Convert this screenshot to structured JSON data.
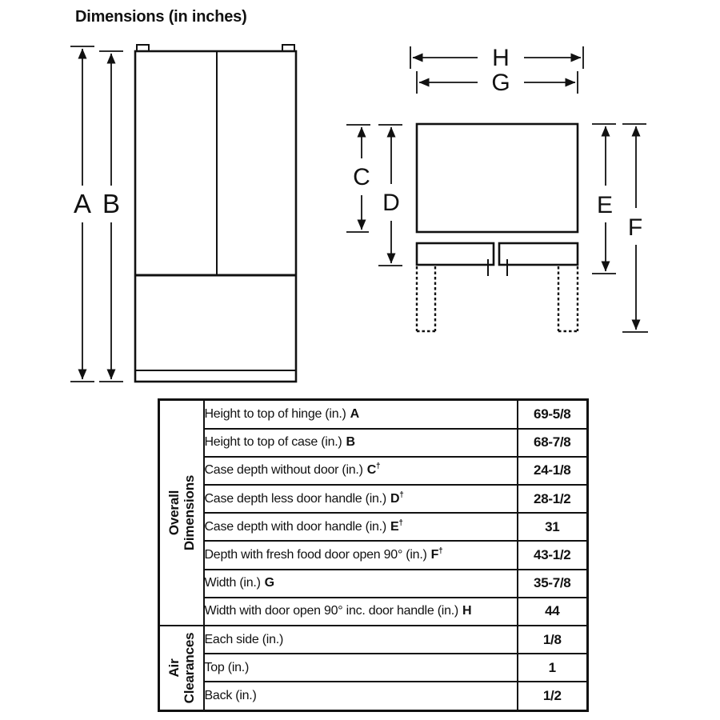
{
  "page": {
    "title": "Dimensions (in inches)",
    "ink_color": "#111111",
    "background_color": "#ffffff"
  },
  "front_view": {
    "description": "refrigerator-front-elevation",
    "labels": {
      "a": "A",
      "b": "B"
    }
  },
  "top_view": {
    "description": "refrigerator-top-plan-with-doors",
    "labels": {
      "c": "C",
      "d": "D",
      "e": "E",
      "f": "F",
      "g": "G",
      "h": "H"
    }
  },
  "spec_table": {
    "sections": [
      {
        "header": "Overall\nDimensions",
        "row_count": 8
      },
      {
        "header": "Air\nClearances",
        "row_count": 3
      }
    ],
    "rows": [
      {
        "label": "Height to top of hinge (in.)",
        "letter": "A",
        "dagger": "",
        "value": "69-5/8"
      },
      {
        "label": "Height to top of case (in.)",
        "letter": "B",
        "dagger": "",
        "value": "68-7/8"
      },
      {
        "label": "Case depth without door (in.)",
        "letter": "C",
        "dagger": "†",
        "value": "24-1/8"
      },
      {
        "label": "Case depth less door handle (in.)",
        "letter": "D",
        "dagger": "†",
        "value": "28-1/2"
      },
      {
        "label": "Case depth with door handle (in.)",
        "letter": "E",
        "dagger": "†",
        "value": "31"
      },
      {
        "label": "Depth with fresh food door open 90° (in.)",
        "letter": "F",
        "dagger": "†",
        "value": "43-1/2"
      },
      {
        "label": "Width (in.)",
        "letter": "G",
        "dagger": "",
        "value": "35-7/8"
      },
      {
        "label": "Width with door open 90° inc. door handle (in.)",
        "letter": "H",
        "dagger": "",
        "value": "44"
      },
      {
        "label": "Each side (in.)",
        "letter": "",
        "dagger": "",
        "value": "1/8"
      },
      {
        "label": "Top (in.)",
        "letter": "",
        "dagger": "",
        "value": "1"
      },
      {
        "label": "Back (in.)",
        "letter": "",
        "dagger": "",
        "value": "1/2"
      }
    ]
  }
}
